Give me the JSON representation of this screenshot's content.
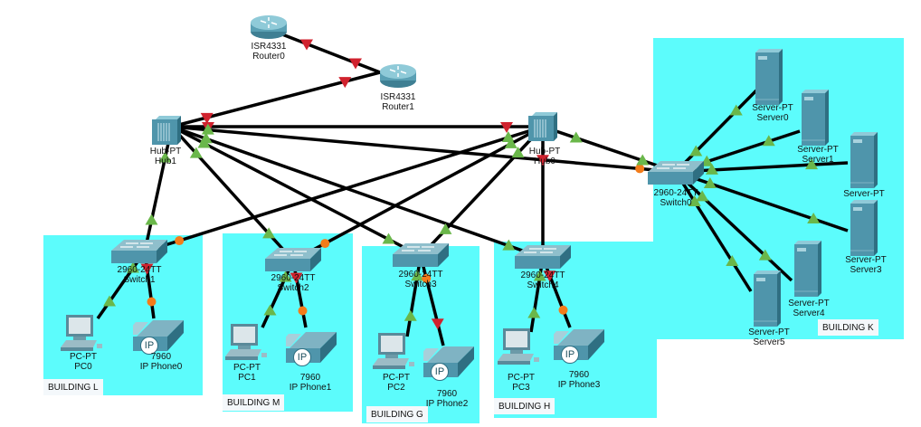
{
  "colors": {
    "zone_fill": "#5cfcfc",
    "link": "#000000",
    "link_up": "#6ab74a",
    "link_down": "#d0222e",
    "link_pending": "#f37c1a",
    "device": "#4f95ab"
  },
  "zones": [
    {
      "id": "building-l",
      "label": "BUILDING L"
    },
    {
      "id": "building-m",
      "label": "BUILDING M"
    },
    {
      "id": "building-g",
      "label": "BUILDING G"
    },
    {
      "id": "building-h",
      "label": "BUILDING H"
    },
    {
      "id": "building-k",
      "label": "BUILDING K"
    }
  ],
  "devices": {
    "router0": {
      "model": "ISR4331",
      "name": "Router0",
      "type": "router"
    },
    "router1": {
      "model": "ISR4331",
      "name": "Router1",
      "type": "router"
    },
    "hub1": {
      "model": "Hub-PT",
      "name": "Hub1",
      "type": "hub"
    },
    "hub0": {
      "model": "Hub-PT",
      "name": "Hub0",
      "type": "hub"
    },
    "switch0": {
      "model": "2960-24TT",
      "name": "Switch0",
      "type": "switch"
    },
    "switch1": {
      "model": "2960-24TT",
      "name": "Switch1",
      "type": "switch"
    },
    "switch2": {
      "model": "2960-24TT",
      "name": "Switch2",
      "type": "switch"
    },
    "switch3": {
      "model": "2960-24TT",
      "name": "Switch3",
      "type": "switch"
    },
    "switch4": {
      "model": "2960-24TT",
      "name": "Switch4",
      "type": "switch"
    },
    "pc0": {
      "model": "PC-PT",
      "name": "PC0",
      "type": "pc"
    },
    "pc1": {
      "model": "PC-PT",
      "name": "PC1",
      "type": "pc"
    },
    "pc2": {
      "model": "PC-PT",
      "name": "PC2",
      "type": "pc"
    },
    "pc3": {
      "model": "PC-PT",
      "name": "PC3",
      "type": "pc"
    },
    "phone0": {
      "model": "7960",
      "name": "IP Phone0",
      "type": "phone",
      "badge": "IP"
    },
    "phone1": {
      "model": "7960",
      "name": "IP Phone1",
      "type": "phone",
      "badge": "IP"
    },
    "phone2": {
      "model": "7960",
      "name": "IP Phone2",
      "type": "phone",
      "badge": "IP"
    },
    "phone3": {
      "model": "7960",
      "name": "IP Phone3",
      "type": "phone",
      "badge": "IP"
    },
    "server0": {
      "model": "Server-PT",
      "name": "Server0",
      "type": "server"
    },
    "server1": {
      "model": "Server-PT",
      "name": "Server1",
      "type": "server"
    },
    "server2": {
      "model": "Server-PT",
      "name": "",
      "type": "server"
    },
    "server3": {
      "model": "Server-PT",
      "name": "Server3",
      "type": "server"
    },
    "server4": {
      "model": "Server-PT",
      "name": "Server4",
      "type": "server"
    },
    "server5": {
      "model": "Server-PT",
      "name": "Server5",
      "type": "server"
    }
  },
  "links": [
    {
      "from": "router0",
      "to": "router1",
      "a": "down",
      "b": "down"
    },
    {
      "from": "hub1",
      "to": "router1",
      "a": "down",
      "b": "down"
    },
    {
      "from": "hub1",
      "to": "hub0",
      "a": "down",
      "b": "down"
    },
    {
      "from": "hub1",
      "to": "switch0",
      "a": "up",
      "b": "pending"
    },
    {
      "from": "hub1",
      "to": "switch1",
      "a": "up",
      "b": "up"
    },
    {
      "from": "hub1",
      "to": "switch2",
      "a": "up",
      "b": "up"
    },
    {
      "from": "hub1",
      "to": "switch3",
      "a": "up",
      "b": "up"
    },
    {
      "from": "hub1",
      "to": "switch4",
      "a": "up",
      "b": "up"
    },
    {
      "from": "hub0",
      "to": "switch1",
      "a": "up",
      "b": "pending"
    },
    {
      "from": "hub0",
      "to": "switch2",
      "a": "up",
      "b": "pending"
    },
    {
      "from": "hub0",
      "to": "switch3",
      "a": "up",
      "b": "up"
    },
    {
      "from": "hub0",
      "to": "switch4",
      "a": "down",
      "b": "none"
    },
    {
      "from": "hub0",
      "to": "switch0",
      "a": "up",
      "b": "up"
    },
    {
      "from": "switch1",
      "to": "pc0",
      "a": "up",
      "b": "up"
    },
    {
      "from": "switch1",
      "to": "phone0",
      "a": "down",
      "b": "pending"
    },
    {
      "from": "switch2",
      "to": "pc1",
      "a": "up",
      "b": "up"
    },
    {
      "from": "switch2",
      "to": "phone1",
      "a": "down",
      "b": "pending"
    },
    {
      "from": "switch3",
      "to": "pc2",
      "a": "up",
      "b": "up"
    },
    {
      "from": "switch3",
      "to": "phone2",
      "a": "pending",
      "b": "down"
    },
    {
      "from": "switch4",
      "to": "pc3",
      "a": "up",
      "b": "up"
    },
    {
      "from": "switch4",
      "to": "phone3",
      "a": "down",
      "b": "pending"
    },
    {
      "from": "switch0",
      "to": "server0",
      "a": "up",
      "b": "up"
    },
    {
      "from": "switch0",
      "to": "server1",
      "a": "up",
      "b": "up"
    },
    {
      "from": "switch0",
      "to": "server2",
      "a": "up",
      "b": "up"
    },
    {
      "from": "switch0",
      "to": "server3",
      "a": "up",
      "b": "up"
    },
    {
      "from": "switch0",
      "to": "server4",
      "a": "up",
      "b": "up"
    },
    {
      "from": "switch0",
      "to": "server5",
      "a": "up",
      "b": "up"
    }
  ]
}
